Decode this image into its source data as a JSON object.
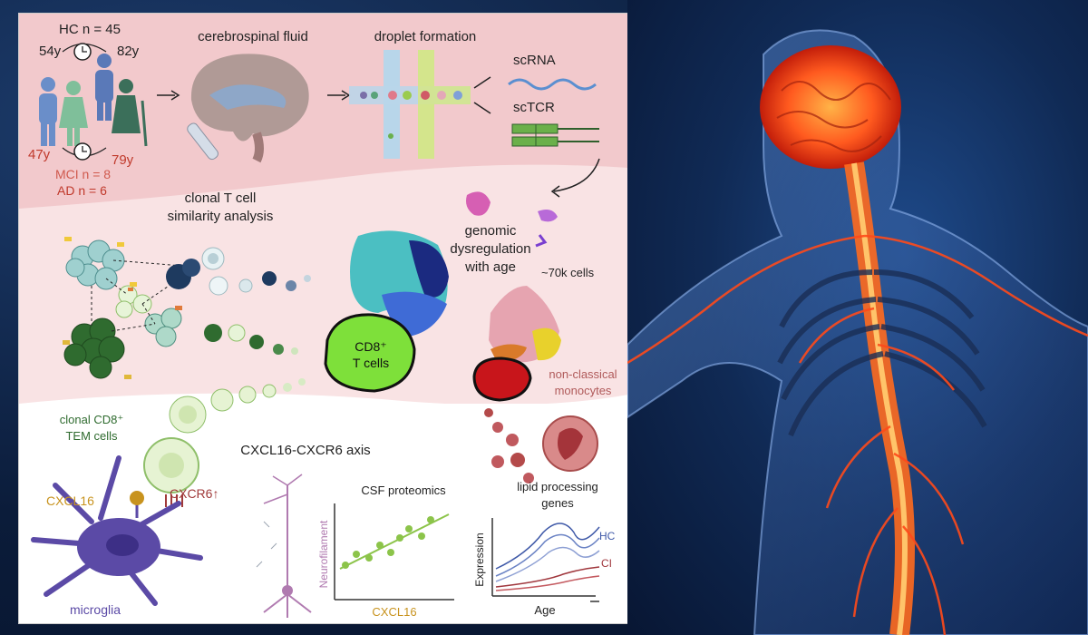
{
  "top": {
    "hc_count": "HC n = 45",
    "age_top_left": "54y",
    "age_top_right": "82y",
    "age_bottom_left": "47y",
    "age_bottom_right": "79y",
    "mci_count": "MCI n = 8",
    "ad_count": "AD n = 6",
    "csf_label": "cerebrospinal fluid",
    "droplet_label": "droplet formation",
    "scrna_label": "scRNA",
    "sctcr_label": "scTCR"
  },
  "middle": {
    "clonal_line1": "clonal T cell",
    "clonal_line2": "similarity analysis",
    "cd8_line1": "CD8⁺",
    "cd8_line2": "T cells",
    "genomic_line1": "genomic",
    "genomic_line2": "dysregulation",
    "genomic_line3": "with age",
    "cells_count": "~70k cells",
    "monocytes_line1": "non-classical",
    "monocytes_line2": "monocytes"
  },
  "bottom": {
    "clonal_cd8_line1": "clonal CD8⁺",
    "clonal_cd8_line2": "TEM cells",
    "axis_label": "CXCL16-CXCR6 axis",
    "cxcl16_label": "CXCL16",
    "cxcr6_label": "CXCR6↑",
    "microglia_label": "microglia",
    "proteomics_title": "CSF proteomics",
    "proteomics_ylabel": "Neurofilament",
    "proteomics_xlabel": "CXCL16",
    "lipid_line1": "lipid processing",
    "lipid_line2": "genes",
    "lipid_ylabel": "Expression",
    "lipid_xlabel": "Age",
    "hc_curve_label": "HC",
    "ci_curve_label": "CI"
  },
  "colors": {
    "top_band": "#f2c9cc",
    "mid_band": "#f9e3e4",
    "red_text": "#c0392b",
    "people_blue": "#6a8ec9",
    "person_green": "#7fbf9a",
    "person_dark": "#3b6f5a",
    "cd8_green": "#7ee03a",
    "umap_teal": "#4bbfc2",
    "umap_blue": "#3f6bd6",
    "umap_navy": "#1b2a80",
    "mono_red": "#c8151b",
    "mono_pink": "#e6a4b0",
    "mono_yellow": "#e8d12c",
    "microglia_purple": "#5b4aa6",
    "gold": "#c8931e",
    "hc_blue": "#3f59a8",
    "ci_red": "#a0373d"
  },
  "photo": {
    "description_icon": "anatomy-nervous-system-illustration"
  }
}
